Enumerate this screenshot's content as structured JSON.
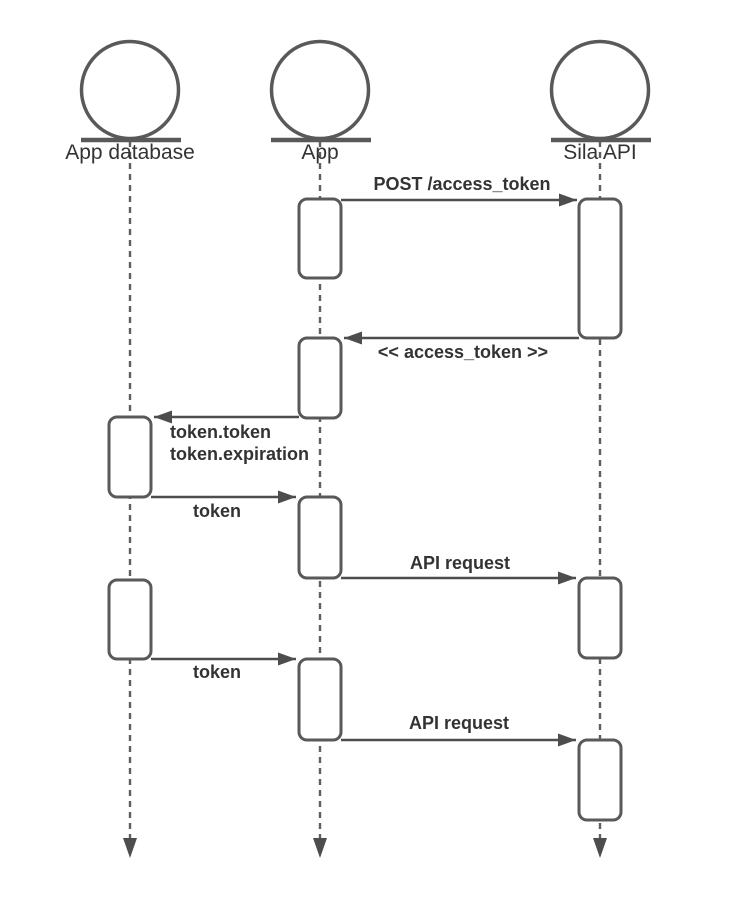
{
  "diagram": {
    "kind": "uml-sequence-diagram",
    "background": "#ffffff",
    "colors": {
      "shape_stroke": "#595959",
      "arrow_stroke": "#4d4d4d",
      "text": "#333333"
    },
    "actors": [
      {
        "id": "app-database",
        "label": "App database"
      },
      {
        "id": "app",
        "label": "App"
      },
      {
        "id": "sila-api",
        "label": "Sila API"
      }
    ],
    "messages": [
      {
        "label": "POST /access_token",
        "from": "App",
        "to": "Sila API",
        "direction": "right"
      },
      {
        "label": "<< access_token >>",
        "from": "Sila API",
        "to": "App",
        "direction": "left"
      },
      {
        "label_line1": "token.token",
        "label_line2": "token.expiration",
        "from": "App",
        "to": "App database",
        "direction": "left"
      },
      {
        "label": "token",
        "from": "App database",
        "to": "App",
        "direction": "right"
      },
      {
        "label": "API request",
        "from": "App",
        "to": "Sila API",
        "direction": "right"
      },
      {
        "label": "token",
        "from": "App database",
        "to": "App",
        "direction": "right"
      },
      {
        "label": "API request",
        "from": "App",
        "to": "Sila API",
        "direction": "right"
      }
    ]
  }
}
